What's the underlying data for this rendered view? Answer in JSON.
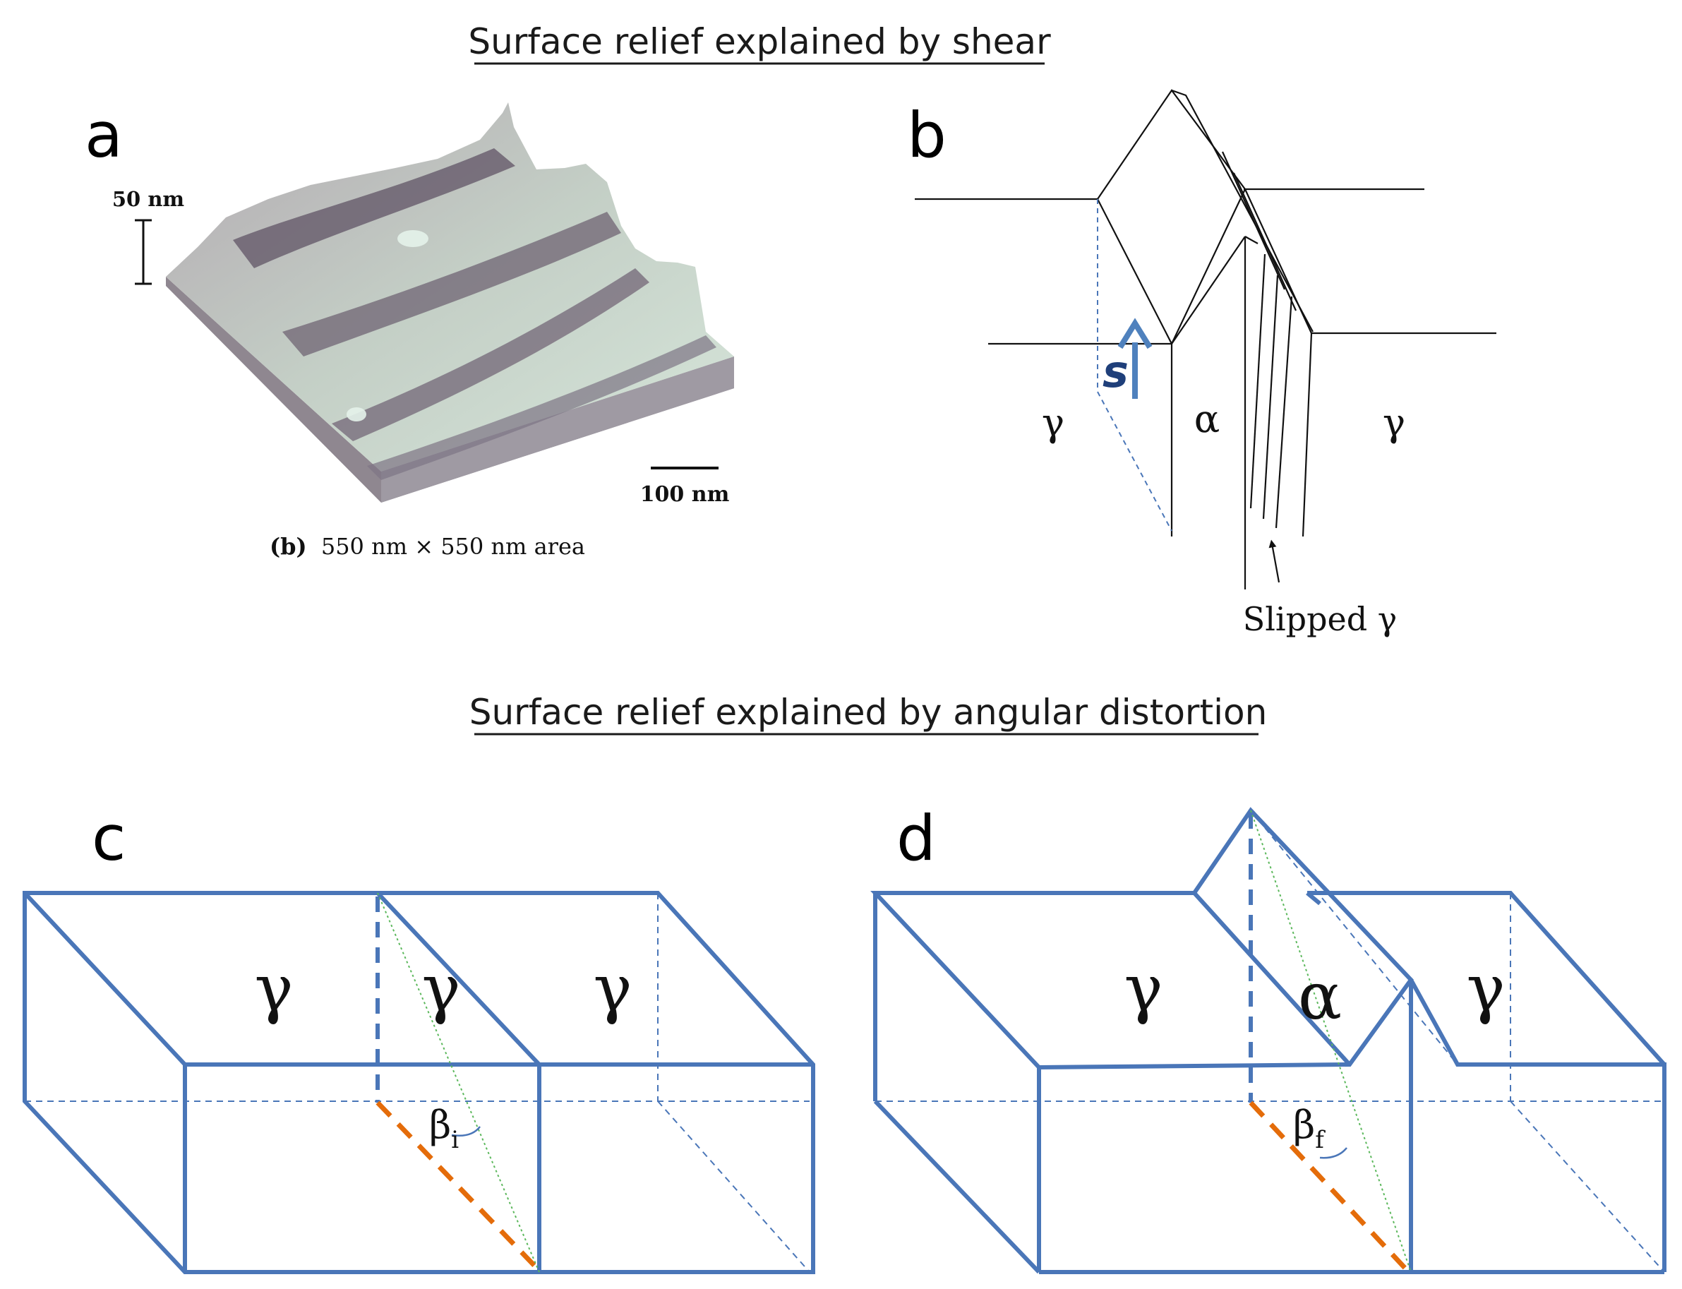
{
  "titles": {
    "shear": "Surface relief explained by shear",
    "angular": "Surface relief explained by angular distortion"
  },
  "panel_a": {
    "letter": "a",
    "scale_vertical": "50 nm",
    "scale_horizontal": "100 nm",
    "caption_bold": "(b)",
    "caption_text": "550 nm × 550 nm area"
  },
  "panel_b": {
    "letter": "b",
    "gamma_left": "γ",
    "alpha": "α",
    "gamma_right": "γ",
    "shear_label": "s",
    "slipped_label": "Slipped γ"
  },
  "panel_c": {
    "letter": "c",
    "gamma_1": "γ",
    "gamma_2": "γ",
    "gamma_3": "γ",
    "angle_symbol": "β",
    "angle_sub": "i"
  },
  "panel_d": {
    "letter": "d",
    "gamma_left": "γ",
    "alpha": "α",
    "gamma_right": "γ",
    "angle_symbol": "β",
    "angle_sub": "f"
  },
  "colors": {
    "box_blue": "#4a76b8",
    "shear_arrow": "#4f81bd",
    "habit_dash": "#e46c0a",
    "diagonal": "#5cb85c"
  }
}
